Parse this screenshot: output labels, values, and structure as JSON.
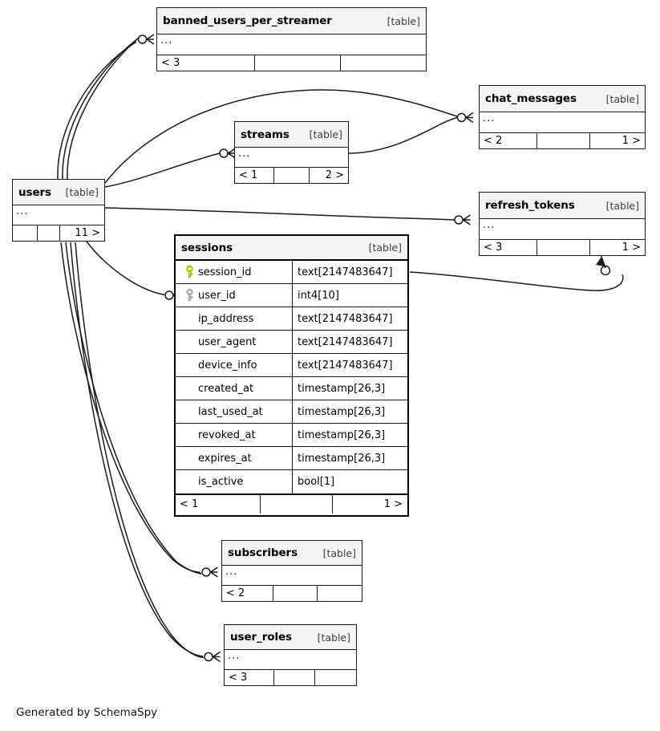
{
  "diagram": {
    "generator_note": "Generated by SchemaSpy",
    "kind_label": "[table]",
    "ellipsis": "...",
    "pk_icon": "yellow-key-icon",
    "fk_icon": "gray-key-icon",
    "colors": {
      "pk_key": "#e8e800",
      "fk_key": "#bdbdbd",
      "header_fill": "#f4f4f4",
      "border": "#1a1a1a",
      "edge": "#1a1a1a",
      "page_background": "#ffffff"
    }
  },
  "tables": [
    {
      "id": "banned_users_per_streamer",
      "name": "banned_users_per_streamer",
      "kind": "[table]",
      "detail": "collapsed",
      "ellipsis": "...",
      "footer": [
        "< 3",
        "",
        ""
      ]
    },
    {
      "id": "chat_messages",
      "name": "chat_messages",
      "kind": "[table]",
      "detail": "collapsed",
      "ellipsis": "...",
      "footer": [
        "< 2",
        "",
        "1 >"
      ]
    },
    {
      "id": "streams",
      "name": "streams",
      "kind": "[table]",
      "detail": "collapsed",
      "ellipsis": "...",
      "footer": [
        "< 1",
        "",
        "2 >"
      ]
    },
    {
      "id": "users",
      "name": "users",
      "kind": "[table]",
      "detail": "collapsed",
      "ellipsis": "...",
      "footer": [
        "",
        "",
        "11 >"
      ]
    },
    {
      "id": "refresh_tokens",
      "name": "refresh_tokens",
      "kind": "[table]",
      "detail": "collapsed",
      "ellipsis": "...",
      "footer": [
        "< 3",
        "",
        "1 >"
      ]
    },
    {
      "id": "sessions",
      "name": "sessions",
      "kind": "[table]",
      "detail": "expanded",
      "columns": [
        {
          "name": "session_id",
          "type": "text[2147483647]",
          "key": "primary"
        },
        {
          "name": "user_id",
          "type": "int4[10]",
          "key": "foreign"
        },
        {
          "name": "ip_address",
          "type": "text[2147483647]",
          "key": "none"
        },
        {
          "name": "user_agent",
          "type": "text[2147483647]",
          "key": "none"
        },
        {
          "name": "device_info",
          "type": "text[2147483647]",
          "key": "none"
        },
        {
          "name": "created_at",
          "type": "timestamp[26,3]",
          "key": "none"
        },
        {
          "name": "last_used_at",
          "type": "timestamp[26,3]",
          "key": "none"
        },
        {
          "name": "revoked_at",
          "type": "timestamp[26,3]",
          "key": "none"
        },
        {
          "name": "expires_at",
          "type": "timestamp[26,3]",
          "key": "none"
        },
        {
          "name": "is_active",
          "type": "bool[1]",
          "key": "none"
        }
      ],
      "footer": [
        "< 1",
        "",
        "1 >"
      ]
    },
    {
      "id": "subscribers",
      "name": "subscribers",
      "kind": "[table]",
      "detail": "collapsed",
      "ellipsis": "...",
      "footer": [
        "< 2",
        "",
        ""
      ]
    },
    {
      "id": "user_roles",
      "name": "user_roles",
      "kind": "[table]",
      "detail": "collapsed",
      "ellipsis": "...",
      "footer": [
        "< 3",
        "",
        ""
      ]
    }
  ],
  "relationships": [
    {
      "from": "users",
      "to": "banned_users_per_streamer",
      "multiplicity": 3
    },
    {
      "from": "users",
      "to": "chat_messages",
      "multiplicity": 1
    },
    {
      "from": "streams",
      "to": "chat_messages",
      "multiplicity": 1
    },
    {
      "from": "users",
      "to": "streams",
      "multiplicity": 1
    },
    {
      "from": "users",
      "to": "refresh_tokens",
      "multiplicity": 1
    },
    {
      "from": "users",
      "to": "sessions",
      "multiplicity": 1
    },
    {
      "from": "sessions",
      "to": "refresh_tokens",
      "multiplicity": 1
    },
    {
      "from": "users",
      "to": "subscribers",
      "multiplicity": 2
    },
    {
      "from": "users",
      "to": "user_roles",
      "multiplicity": 2
    }
  ]
}
